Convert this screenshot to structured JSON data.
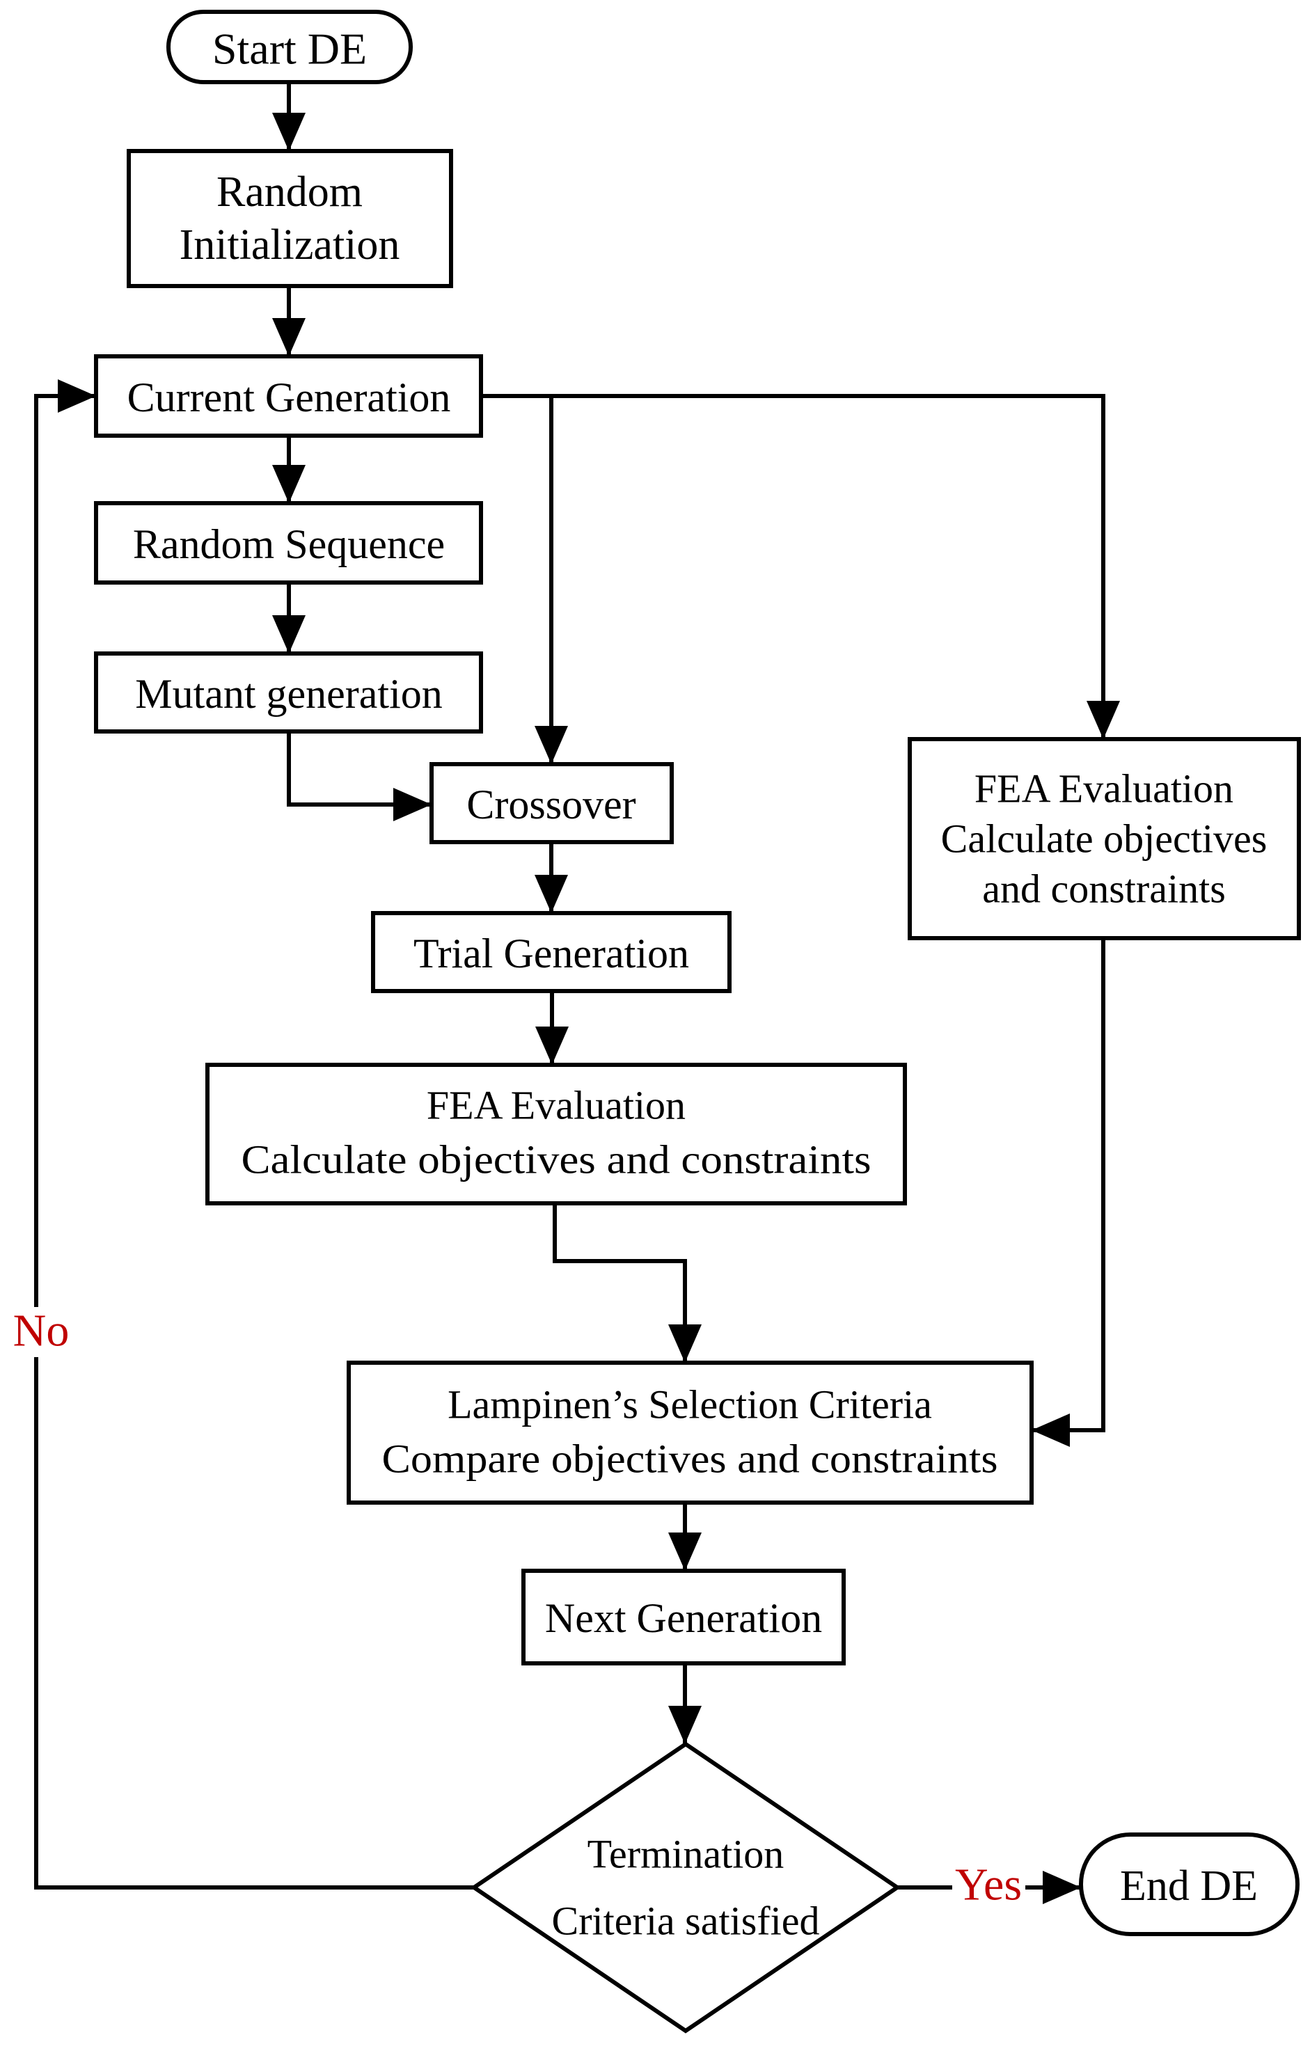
{
  "figure": {
    "type": "flowchart",
    "description": "Differential Evolution (DE) optimization loop with FEA evaluation"
  },
  "colors": {
    "line": "#000000",
    "shape_fill": "#ffffff",
    "decision_label": "#c00000",
    "background": "#ffffff"
  },
  "nodes": {
    "start": {
      "shape": "stadium",
      "label": "Start DE"
    },
    "random_initialization": {
      "shape": "rect",
      "lines": [
        "Random",
        "Initialization"
      ]
    },
    "current_generation": {
      "shape": "rect",
      "label": "Current Generation"
    },
    "random_sequence": {
      "shape": "rect",
      "label": "Random Sequence"
    },
    "mutant_generation": {
      "shape": "rect",
      "label": "Mutant generation"
    },
    "crossover": {
      "shape": "rect",
      "label": "Crossover"
    },
    "trial_generation": {
      "shape": "rect",
      "label": "Trial Generation"
    },
    "fea_evaluation_main": {
      "shape": "rect",
      "lines": [
        "FEA Evaluation",
        "Calculate objectives and constraints"
      ]
    },
    "fea_evaluation_side": {
      "shape": "rect",
      "lines": [
        "FEA Evaluation",
        "Calculate objectives",
        "and constraints"
      ]
    },
    "lampinen_selection": {
      "shape": "rect",
      "lines": [
        "Lampinen’s Selection Criteria",
        "Compare objectives and constraints"
      ]
    },
    "next_generation": {
      "shape": "rect",
      "label": "Next Generation"
    },
    "termination": {
      "shape": "diamond",
      "lines": [
        "Termination",
        "Criteria satisfied"
      ]
    },
    "end": {
      "shape": "stadium",
      "label": "End DE"
    }
  },
  "edge_labels": {
    "yes": "Yes",
    "no": "No"
  },
  "edges": [
    {
      "from": "start",
      "to": "random_initialization"
    },
    {
      "from": "random_initialization",
      "to": "current_generation"
    },
    {
      "from": "current_generation",
      "to": "random_sequence"
    },
    {
      "from": "random_sequence",
      "to": "mutant_generation"
    },
    {
      "from": "mutant_generation",
      "to": "crossover"
    },
    {
      "from": "current_generation",
      "to": "crossover"
    },
    {
      "from": "current_generation",
      "to": "fea_evaluation_side"
    },
    {
      "from": "crossover",
      "to": "trial_generation"
    },
    {
      "from": "trial_generation",
      "to": "fea_evaluation_main"
    },
    {
      "from": "fea_evaluation_main",
      "to": "lampinen_selection"
    },
    {
      "from": "fea_evaluation_side",
      "to": "lampinen_selection"
    },
    {
      "from": "lampinen_selection",
      "to": "next_generation"
    },
    {
      "from": "next_generation",
      "to": "termination"
    },
    {
      "from": "termination",
      "to": "end",
      "label": "Yes"
    },
    {
      "from": "termination",
      "to": "current_generation",
      "label": "No"
    }
  ]
}
